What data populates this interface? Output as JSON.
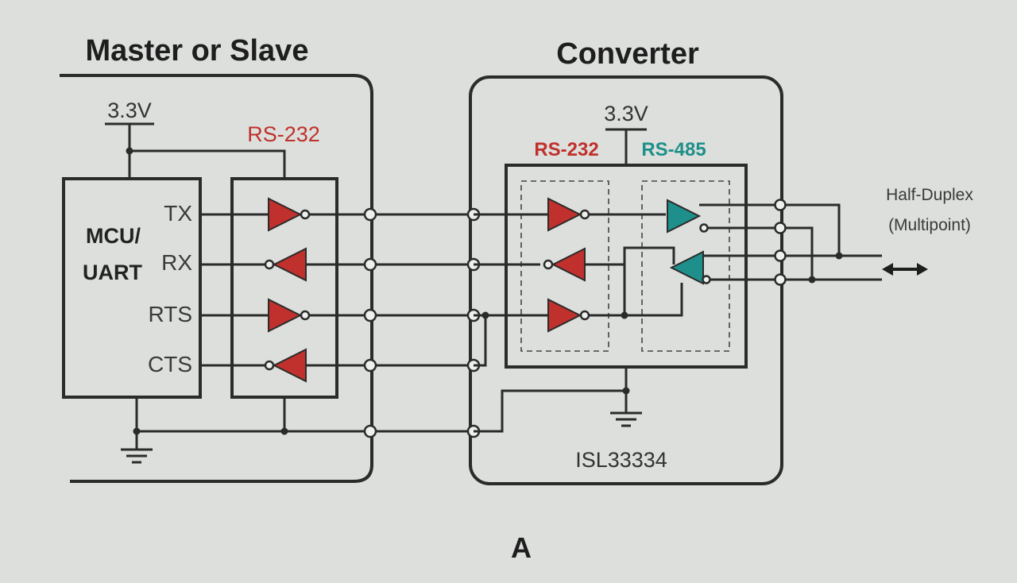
{
  "titles": {
    "left": "Master or Slave",
    "right": "Converter"
  },
  "supply": {
    "left": "3.3V",
    "right": "3.3V"
  },
  "labels": {
    "rs232_left": "RS-232",
    "rs232_right": "RS-232",
    "rs485": "RS-485",
    "mcu_line1": "MCU/",
    "mcu_line2": "UART",
    "chip": "ISL33334",
    "bus_line1": "Half-Duplex",
    "bus_line2": "(Multipoint)",
    "figure": "A"
  },
  "signals": [
    "TX",
    "RX",
    "RTS",
    "CTS"
  ],
  "colors": {
    "rs232": "#c0302c",
    "rs485": "#1e8f8a",
    "wire": "#2b2b2b"
  }
}
